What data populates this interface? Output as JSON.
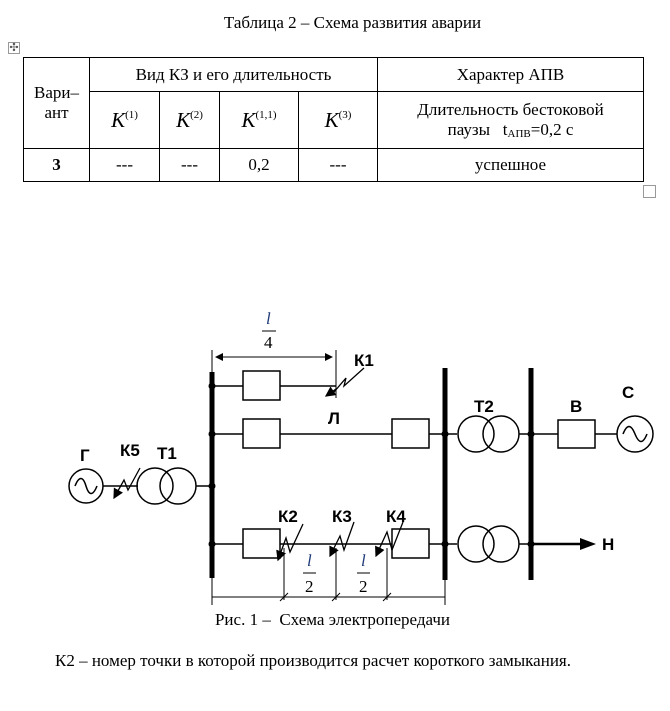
{
  "table_title": "Таблица 2 – Схема развития аварии",
  "table": {
    "headers": {
      "variant": "Вари–\nант",
      "variant_line1": "Вари–",
      "variant_line2": "ант",
      "fault_group": "Вид КЗ и его длительность",
      "apv_group": "Характер АПВ",
      "fault_types": [
        {
          "base": "K",
          "sup": "(1)"
        },
        {
          "base": "K",
          "sup": "(2)"
        },
        {
          "base": "K",
          "sup": "(1,1)"
        },
        {
          "base": "K",
          "sup": "(3)"
        }
      ],
      "apv_sub_line1": "Длительность бестоковой",
      "apv_sub_line2_pre": "паузы   t",
      "apv_sub_line2_sub": "АПВ",
      "apv_sub_line2_post": "=0,2 с"
    },
    "rows": [
      {
        "variant": "3",
        "k1": "---",
        "k2": "---",
        "k11": "0,2",
        "k3": "---",
        "apv": "успешное"
      }
    ]
  },
  "diagram": {
    "labels": {
      "generator": "Г",
      "k5": "К5",
      "t1": "Т1",
      "k1": "К1",
      "line": "Л",
      "k2": "К2",
      "k3": "К3",
      "k4": "К4",
      "t2": "Т2",
      "breaker": "В",
      "system": "С",
      "load": "Н"
    },
    "dim_quarter": {
      "num": "l",
      "den": "4"
    },
    "dim_half_1": {
      "num": "l",
      "den": "2"
    },
    "dim_half_2": {
      "num": "l",
      "den": "2"
    }
  },
  "figure_caption": "Рис. 1 –  Схема электропередачи",
  "note": "К2 – номер точки в которой производится расчет короткого замыкания."
}
